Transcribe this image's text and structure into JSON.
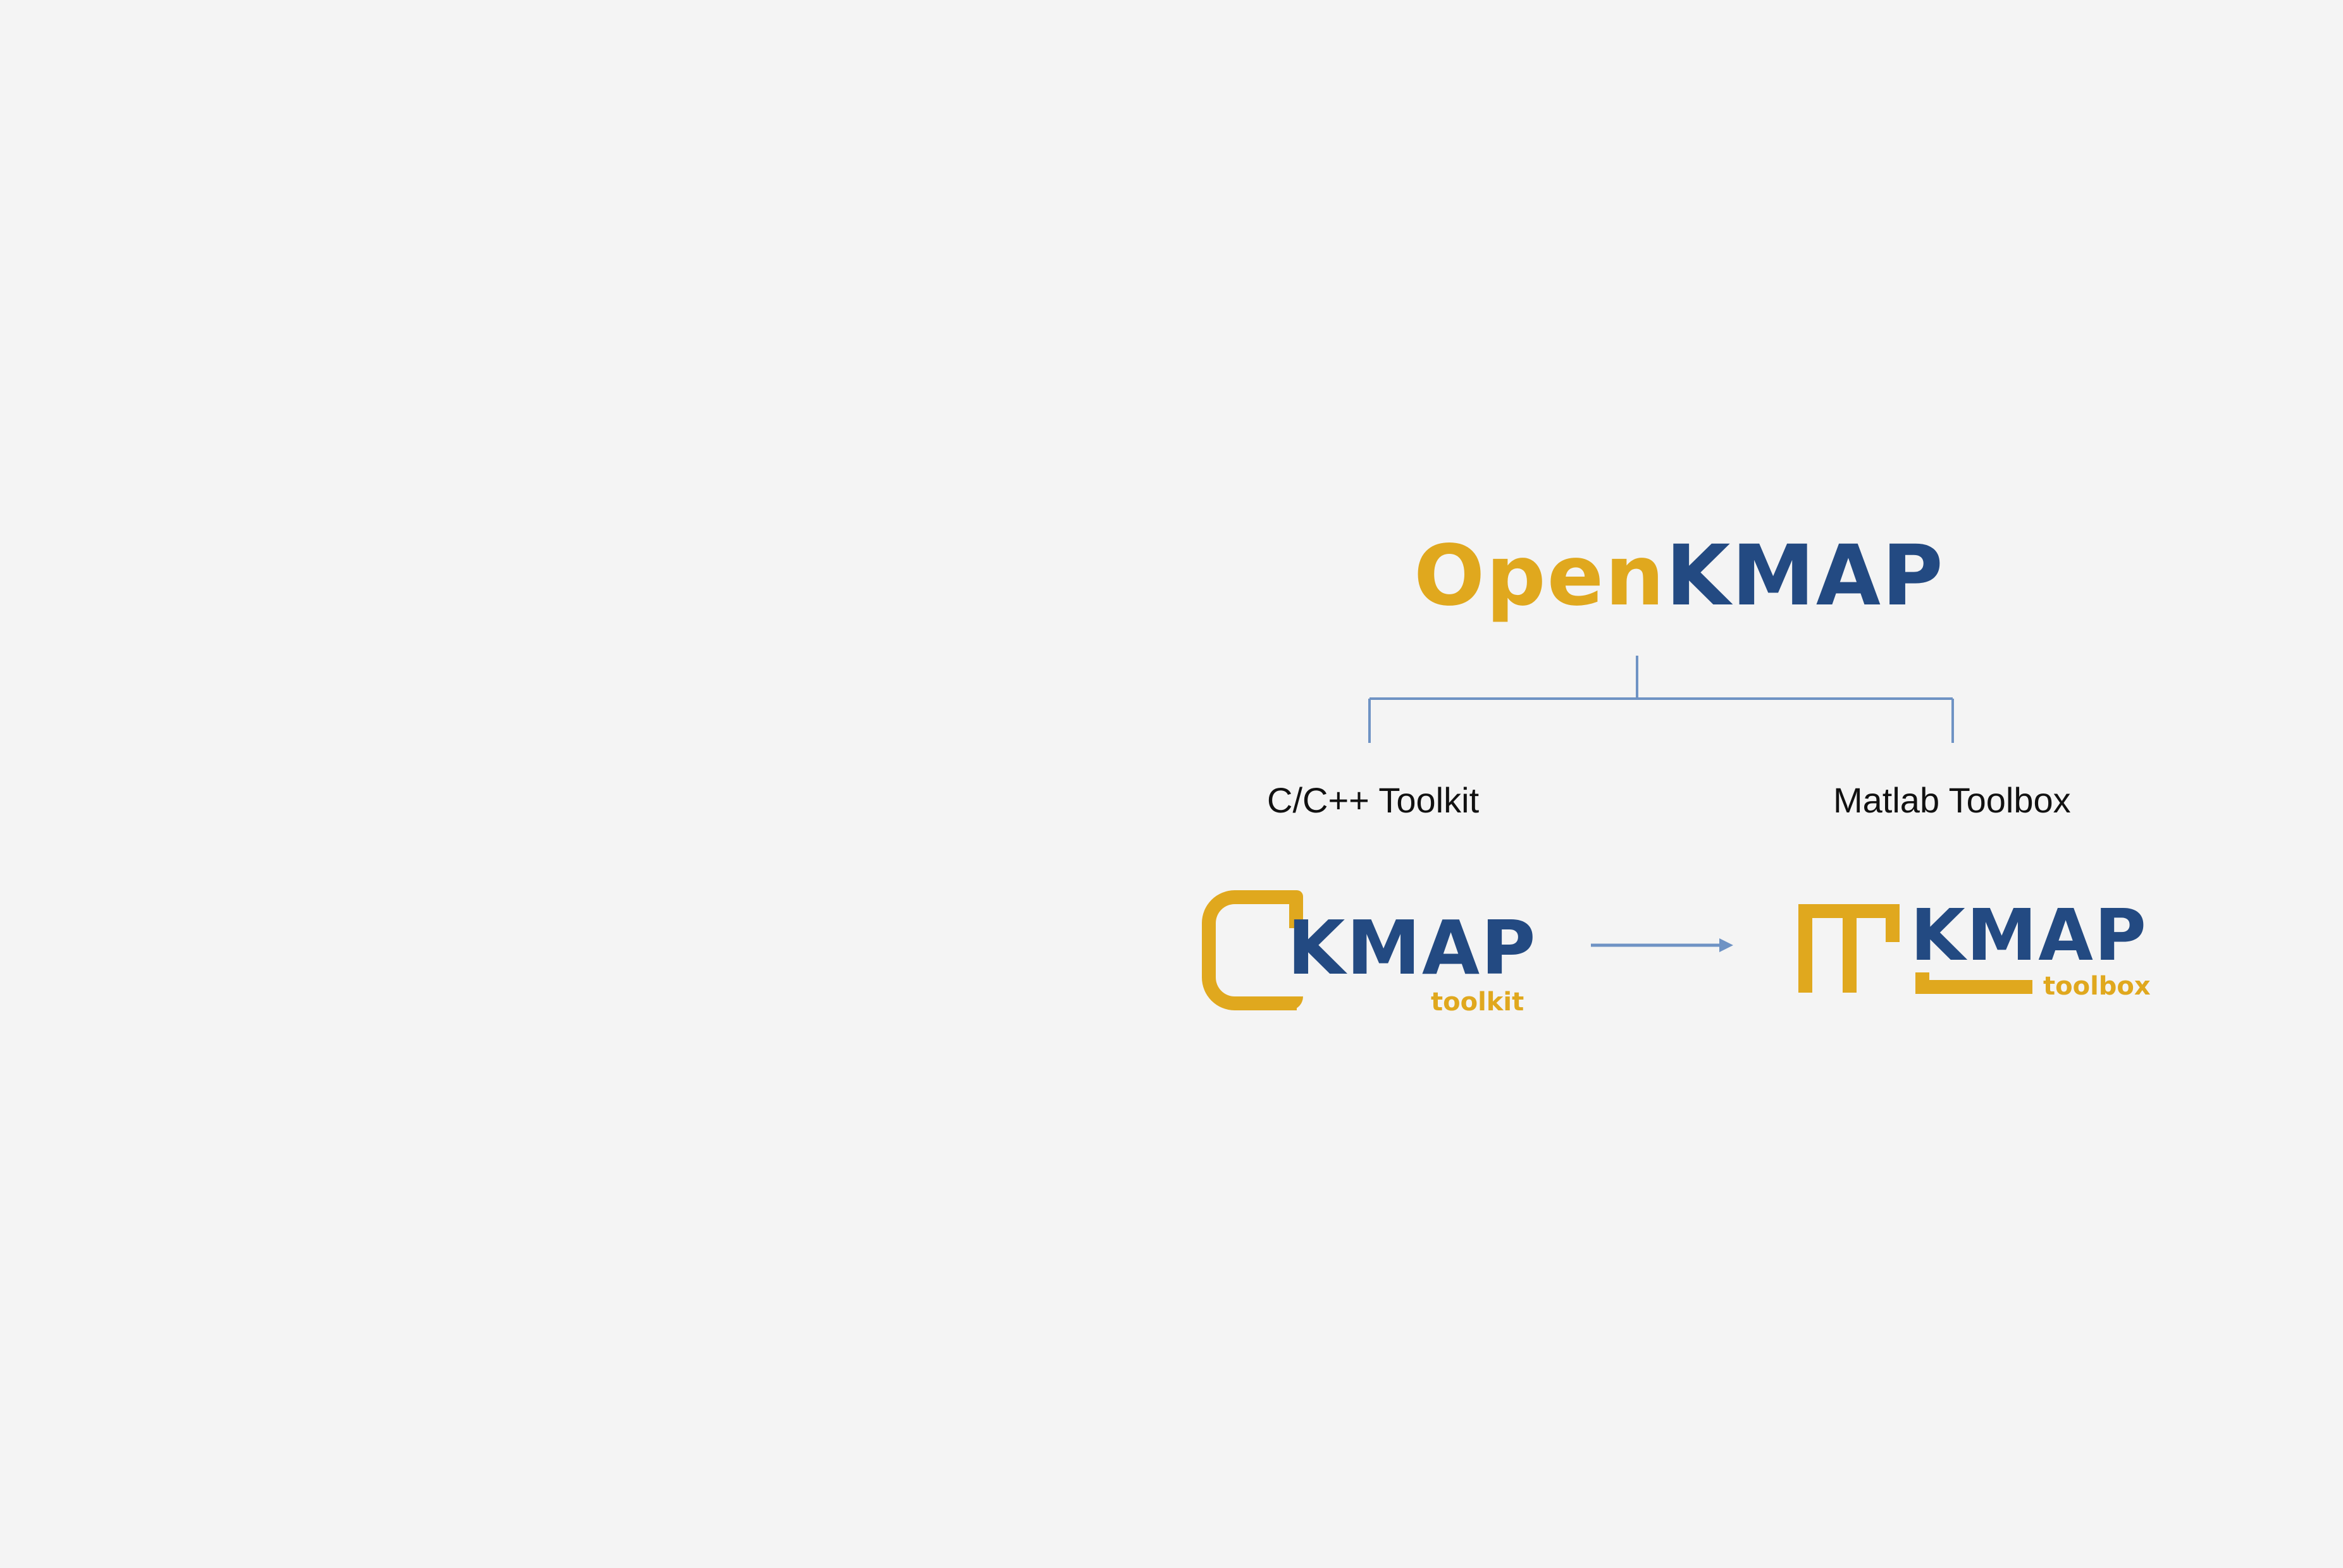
{
  "diagram": {
    "root": {
      "title_part1": "Open",
      "title_part2": "KMAP"
    },
    "branches": [
      {
        "label": "C/C++ Toolkit",
        "logo": {
          "name": "KMAP",
          "subtitle": "toolkit"
        }
      },
      {
        "label": "Matlab Toolbox",
        "logo": {
          "name": "KMAP",
          "subtitle": "toolbox"
        }
      }
    ],
    "colors": {
      "background": "#f4f4f4",
      "accent_gold": "#e0a81e",
      "brand_blue": "#234a82",
      "connector": "#6f93c4",
      "label_text": "#111111"
    }
  }
}
